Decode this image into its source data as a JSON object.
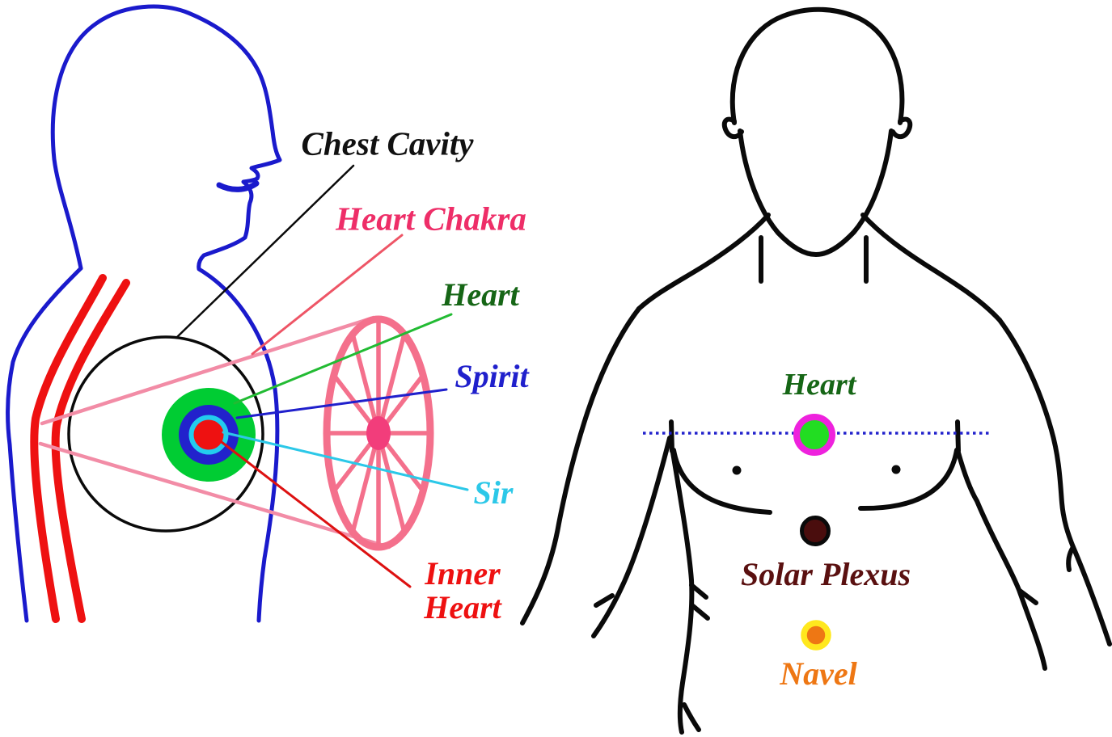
{
  "diagram_title": "Heart chakra location diagram (side profile with magnified chakra wheel, and front torso with chakra points)",
  "palette": {
    "background": "#FFFFFF",
    "profile_outline_blue": "#1A1ACC",
    "inner_body_lines_red": "#EE1111",
    "chest_cavity_circle_black": "#0A0A0A",
    "chakra_wheel_pink": "#F4708C",
    "wheel_hub_pink": "#F23D7B",
    "magnifier_fan_pink": "#F28CA6",
    "front_outline_black": "#0A0A0A",
    "dotted_heart_line_blue": "#2222CC"
  },
  "left_panel": {
    "description": "Side profile of a man; chest cavity circled; concentric chakra disks magnified into a spoked wheel",
    "labels": {
      "chest_cavity": {
        "text": "Chest Cavity",
        "color": "#111111"
      },
      "heart_chakra": {
        "text": "Heart Chakra",
        "color": "#EE2E68"
      },
      "heart": {
        "text": "Heart",
        "color": "#166616"
      },
      "spirit": {
        "text": "Spirit",
        "color": "#2020CC"
      },
      "sir": {
        "text": "Sir",
        "color": "#2CC8E8"
      },
      "inner_heart": {
        "line1": "Inner",
        "line2": "Heart",
        "color": "#EE1111"
      }
    },
    "concentric_rings": [
      {
        "label": "Heart",
        "color": "#00CC33"
      },
      {
        "label": "Spirit",
        "color": "#2222CC"
      },
      {
        "label": "Sir",
        "color": "#22CCEE"
      },
      {
        "label": "Inner Heart",
        "color": "#EE1111"
      }
    ],
    "wheel": {
      "spokes": 12,
      "rim_color": "#F4708C",
      "hub_color": "#F23D7B"
    }
  },
  "right_panel": {
    "description": "Front view of a male torso with three chakra points on the midline",
    "labels": {
      "heart": {
        "text": "Heart",
        "color": "#166616"
      },
      "solar_plexus": {
        "text": "Solar Plexus",
        "color": "#5A1010"
      },
      "navel": {
        "text": "Navel",
        "color": "#EE7714"
      }
    },
    "chakra_points": [
      {
        "name": "Heart",
        "fill": "#22DD22",
        "ring": "#EE22DD"
      },
      {
        "name": "Solar Plexus",
        "fill": "#4A0D0D",
        "ring": "#0A0A0A"
      },
      {
        "name": "Navel",
        "fill": "#EE7714",
        "ring": "#FFE81E"
      }
    ],
    "dotted_line_color": "#2222CC"
  }
}
